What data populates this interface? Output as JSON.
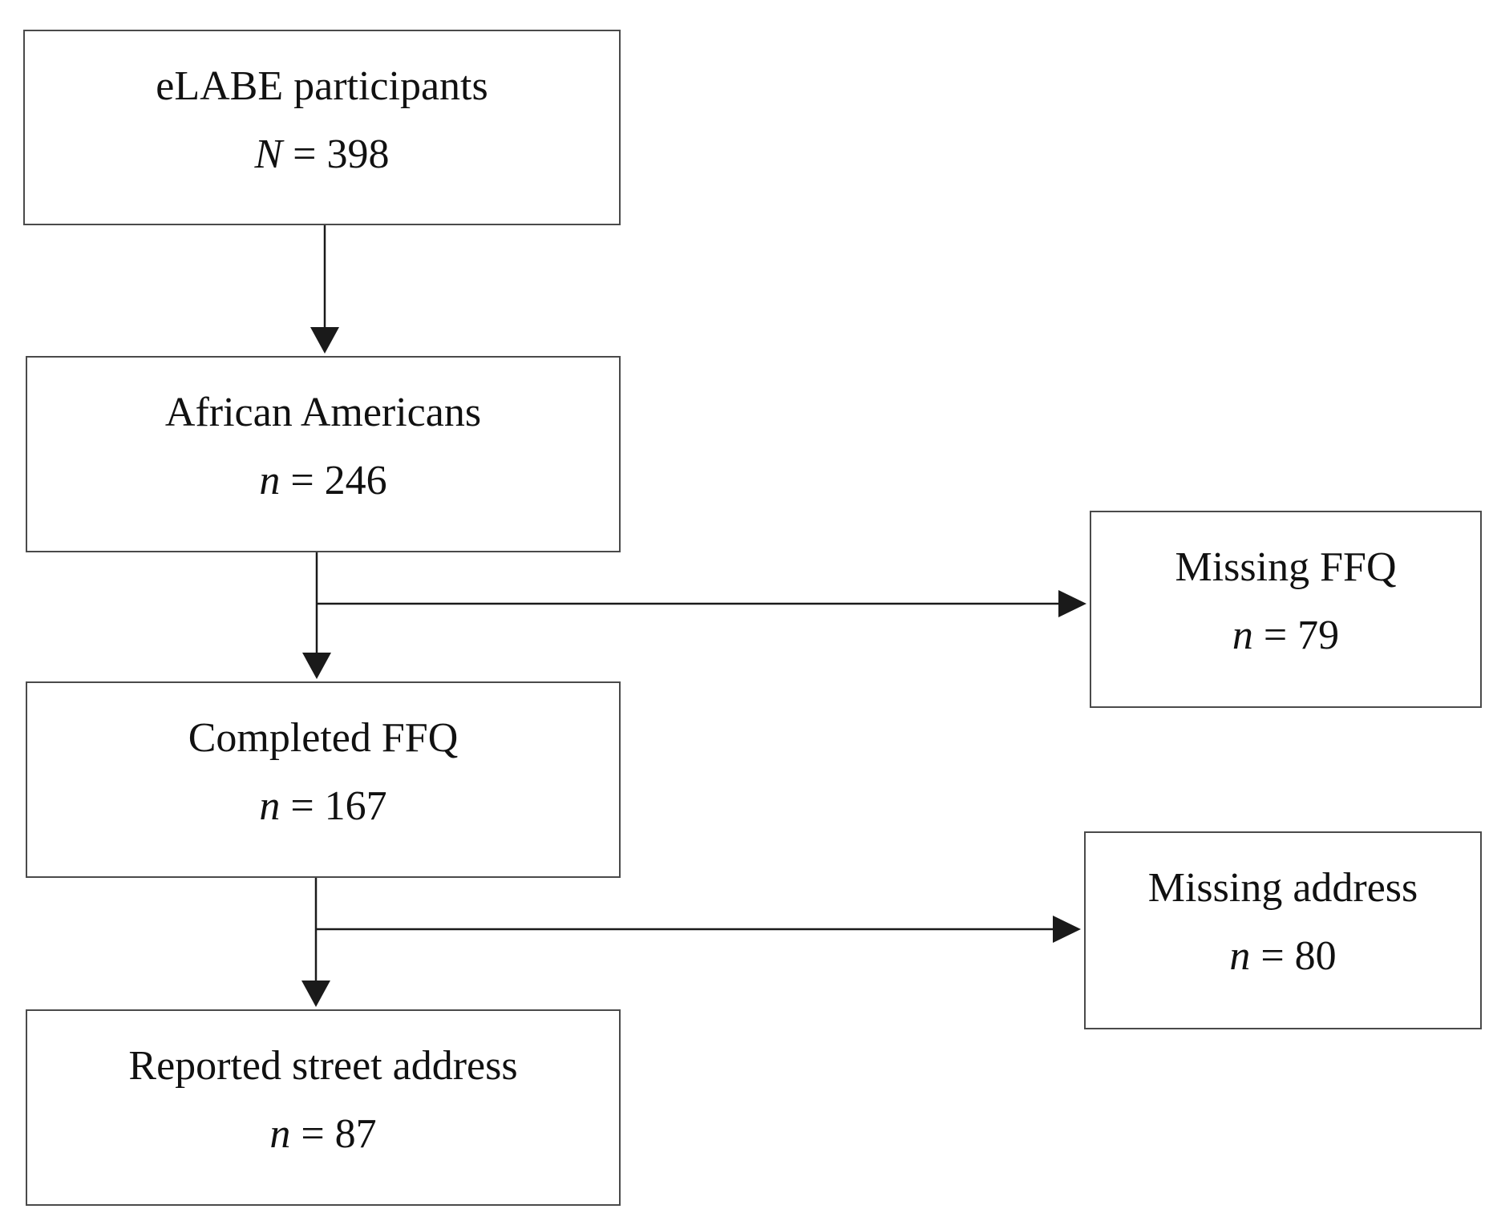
{
  "flowchart": {
    "participants": {
      "label": "eLABE participants",
      "var": "N",
      "value": "398"
    },
    "african_americans": {
      "label": "African Americans",
      "var": "n",
      "value": "246"
    },
    "completed_ffq": {
      "label": "Completed FFQ",
      "var": "n",
      "value": "167"
    },
    "reported_address": {
      "label": "Reported street address",
      "var": "n",
      "value": "87"
    },
    "missing_ffq": {
      "label": "Missing FFQ",
      "var": "n",
      "value": "79"
    },
    "missing_address": {
      "label": "Missing address",
      "var": "n",
      "value": "80"
    },
    "equals_sign": " = "
  },
  "colors": {
    "border": "#4a4a4a",
    "arrow": "#1a1a1a",
    "text": "#111111",
    "background": "#ffffff"
  }
}
